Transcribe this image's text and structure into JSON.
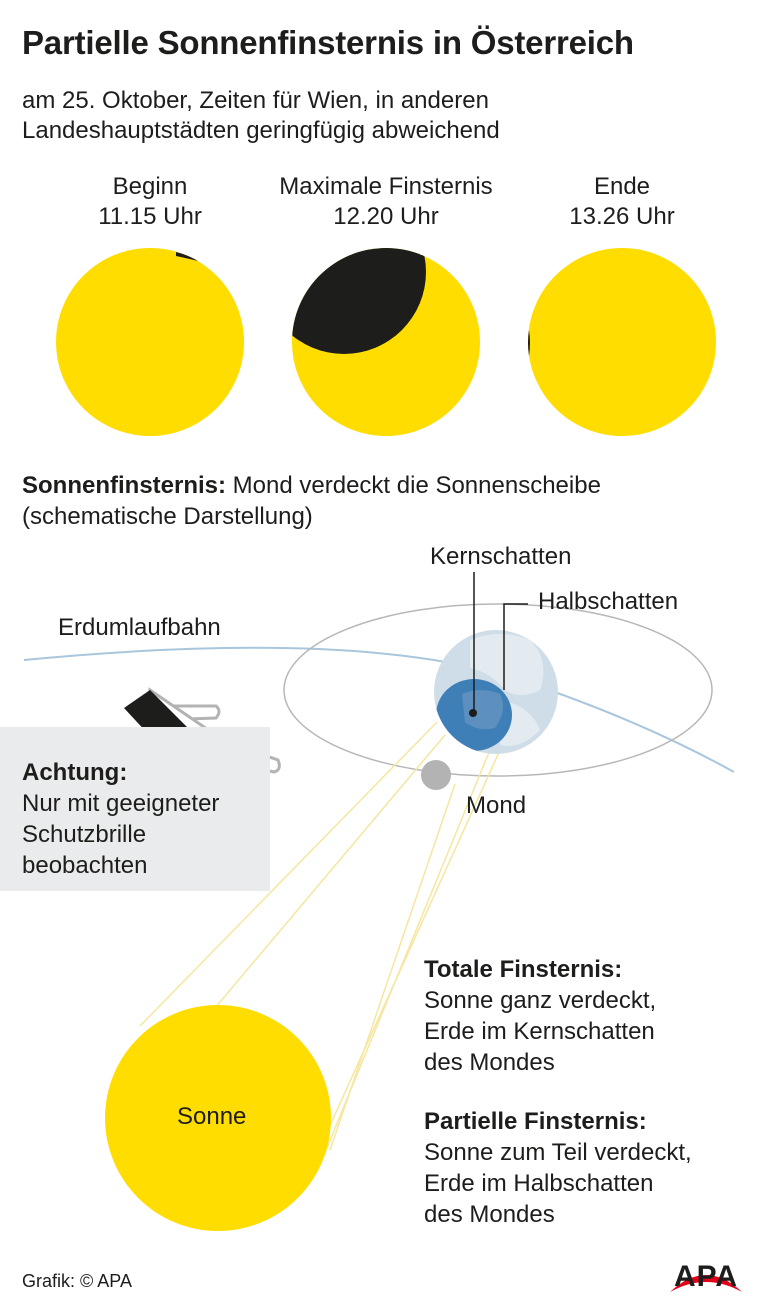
{
  "title": "Partielle Sonnenfinsternis in Österreich",
  "subtitle": [
    "am 25. Oktober, Zeiten für Wien, in anderen",
    "Landeshauptstädten geringfügig abweichend"
  ],
  "phases": [
    {
      "label": "Beginn",
      "time": "11.15 Uhr",
      "coverage": 0.005
    },
    {
      "label": "Maximale Finsternis",
      "time": "12.20 Uhr",
      "coverage": 0.35
    },
    {
      "label": "Ende",
      "time": "13.26 Uhr",
      "coverage": 0.005
    }
  ],
  "section": {
    "bold": "Sonnenfinsternis:",
    "text": " Mond verdeckt die Sonnenscheibe",
    "line2": "(schematische Darstellung)"
  },
  "diagram": {
    "kernschatten": "Kernschatten",
    "halbschatten": "Halbschatten",
    "orbit": "Erdumlaufbahn",
    "moon": "Mond",
    "sun": "Sonne"
  },
  "warning": {
    "heading": "Achtung:",
    "lines": [
      "Nur mit geeigneter",
      "Schutzbrille",
      "beobachten"
    ]
  },
  "total": {
    "heading": "Totale Finsternis:",
    "lines": [
      "Sonne ganz verdeckt,",
      "Erde im Kernschatten",
      "des Mondes"
    ]
  },
  "partial": {
    "heading": "Partielle Finsternis:",
    "lines": [
      "Sonne zum Teil verdeckt,",
      "Erde im Halbschatten",
      "des Mondes"
    ]
  },
  "credit": "Grafik: © APA",
  "logo": "APA",
  "colors": {
    "sun": "#ffdd00",
    "moon_shadow": "#1d1d1b",
    "earth": "#cfdde8",
    "earth_shadow": "#3f7fb7",
    "orbit": "#a9c6dc",
    "light_rays": "#f5e6a0",
    "box": "#eaebec",
    "logo_red": "#e2001a"
  }
}
